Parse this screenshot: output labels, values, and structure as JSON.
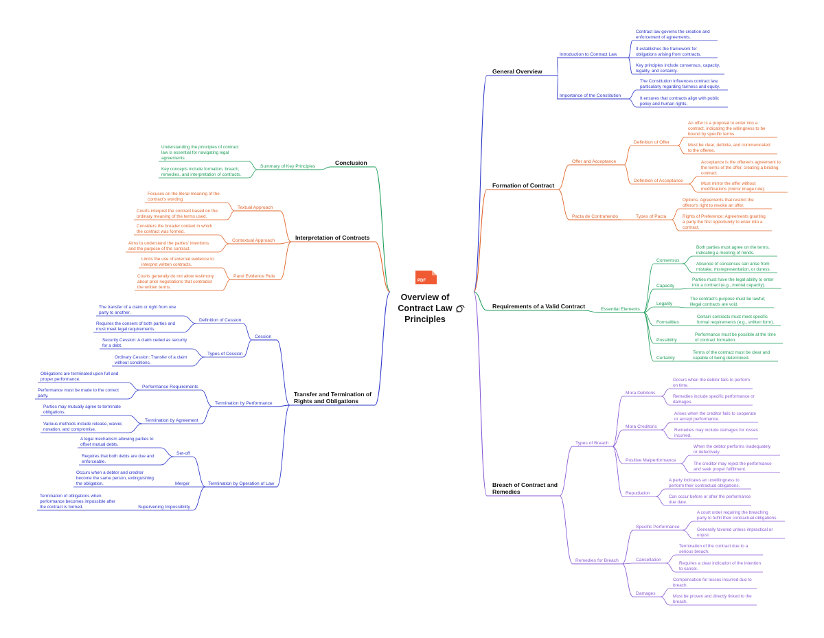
{
  "title_lines": [
    "Overview of",
    "Contract Law",
    "Principles"
  ],
  "pdf_badge": "PDF",
  "colors": {
    "general": "#2b35c9",
    "formation": "#e2652a",
    "requirements": "#1f9e5a",
    "breach": "#8a5ad6",
    "conclusion": "#1f9e5a",
    "interpretation": "#e2652a",
    "transfer": "#2b35c9",
    "pdf": "#ef5a33"
  },
  "branches": {
    "general": {
      "label": [
        "General Overview"
      ],
      "children": [
        {
          "label": [
            "Introduction to Contract Law"
          ],
          "leaves": [
            [
              "Contract law governs the creation and",
              "enforcement of agreements."
            ],
            [
              "It establishes the framework for",
              "obligations arising from contracts."
            ],
            [
              "Key principles include consensus, capacity,",
              "legality, and certainty."
            ]
          ]
        },
        {
          "label": [
            "Importance of the Constitution"
          ],
          "leaves": [
            [
              "The Constitution influences contract law,",
              "particularly regarding fairness and equity."
            ],
            [
              "It ensures that contracts align with public",
              "policy and human rights."
            ]
          ]
        }
      ]
    },
    "formation": {
      "label": [
        "Formation of Contract"
      ],
      "children": [
        {
          "label": [
            "Offer and Acceptance"
          ],
          "subs": [
            {
              "label": [
                "Definition of Offer"
              ],
              "leaves": [
                [
                  "An offer is a proposal to enter into a",
                  "contract, indicating the willingness to be",
                  "bound by specific terms."
                ],
                [
                  "Must be clear, definite, and communicated",
                  "to the offeree."
                ]
              ]
            },
            {
              "label": [
                "Definition of Acceptance"
              ],
              "leaves": [
                [
                  "Acceptance is the offeree's agreement to",
                  "the terms of the offer, creating a binding",
                  "contract."
                ],
                [
                  "Must mirror the offer without",
                  "modifications (mirror image rule)."
                ]
              ]
            }
          ]
        },
        {
          "label": [
            "Pacta de Contrahendo"
          ],
          "subs": [
            {
              "label": [
                "Types of Pacta"
              ],
              "leaves": [
                [
                  "Options: Agreements that restrict the",
                  "offeror's right to revoke an offer."
                ],
                [
                  "Rights of Preference: Agreements granting",
                  "a party the first opportunity to enter into a",
                  "contract."
                ]
              ]
            }
          ]
        }
      ]
    },
    "requirements": {
      "label": [
        "Requirements of a Valid Contract"
      ],
      "children": [
        {
          "label": [
            "Essential Elements"
          ],
          "subs": [
            {
              "label": [
                "Consensus"
              ],
              "leaves": [
                [
                  "Both parties must agree on the terms,",
                  "indicating a meeting of minds."
                ],
                [
                  "Absence of consensus can arise from",
                  "mistake, misrepresentation, or duress."
                ]
              ]
            },
            {
              "label": [
                "Capacity"
              ],
              "leaves": [
                [
                  "Parties must have the legal ability to enter",
                  "into a contract (e.g., mental capacity)."
                ]
              ]
            },
            {
              "label": [
                "Legality"
              ],
              "leaves": [
                [
                  "The contract's purpose must be lawful;",
                  "illegal contracts are void."
                ]
              ]
            },
            {
              "label": [
                "Formalities"
              ],
              "leaves": [
                [
                  "Certain contracts must meet specific",
                  "formal requirements (e.g., written form)."
                ]
              ]
            },
            {
              "label": [
                "Possibility"
              ],
              "leaves": [
                [
                  "Performance must be possible at the time",
                  "of contract formation."
                ]
              ]
            },
            {
              "label": [
                "Certainty"
              ],
              "leaves": [
                [
                  "Terms of the contract must be clear and",
                  "capable of being determined."
                ]
              ]
            }
          ]
        }
      ]
    },
    "breach": {
      "label": [
        "Breach of Contract and",
        "Remedies"
      ],
      "children": [
        {
          "label": [
            "Types of Breach"
          ],
          "subs": [
            {
              "label": [
                "Mora Debitoris"
              ],
              "leaves": [
                [
                  "Occurs when the debtor fails to perform",
                  "on time."
                ],
                [
                  "Remedies include specific performance or",
                  "damages."
                ]
              ]
            },
            {
              "label": [
                "Mora Creditoris"
              ],
              "leaves": [
                [
                  "Arises when the creditor fails to cooperate",
                  "or accept performance."
                ],
                [
                  "Remedies may include damages for losses",
                  "incurred."
                ]
              ]
            },
            {
              "label": [
                "Positive Malperformance"
              ],
              "leaves": [
                [
                  "When the debtor performs inadequately",
                  "or defectively."
                ],
                [
                  "The creditor may reject the performance",
                  "and seek proper fulfillment."
                ]
              ]
            },
            {
              "label": [
                "Repudiation"
              ],
              "leaves": [
                [
                  "A party indicates an unwillingness to",
                  "perform their contractual obligations."
                ],
                [
                  "Can occur before or after the performance",
                  "due date."
                ]
              ]
            }
          ]
        },
        {
          "label": [
            "Remedies for Breach"
          ],
          "subs": [
            {
              "label": [
                "Specific Performance"
              ],
              "leaves": [
                [
                  "A court order requiring the breaching",
                  "party to fulfill their contractual obligations."
                ],
                [
                  "Generally favored unless impractical or",
                  "unjust."
                ]
              ]
            },
            {
              "label": [
                "Cancellation"
              ],
              "leaves": [
                [
                  "Termination of the contract due to a",
                  "serious breach."
                ],
                [
                  "Requires a clear indication of the intention",
                  "to cancel."
                ]
              ]
            },
            {
              "label": [
                "Damages"
              ],
              "leaves": [
                [
                  "Compensation for losses incurred due to",
                  "breach."
                ],
                [
                  "Must be proven and directly linked to the",
                  "breach."
                ]
              ]
            }
          ]
        }
      ]
    },
    "conclusion": {
      "label": [
        "Conclusion"
      ],
      "children": [
        {
          "label": [
            "Summary of Key Principles"
          ],
          "leaves": [
            [
              "Understanding the principles of contract",
              "law is essential for navigating legal",
              "agreements."
            ],
            [
              "Key concepts include formation, breach,",
              "remedies, and interpretation of contracts."
            ]
          ]
        }
      ]
    },
    "interpretation": {
      "label": [
        "Interpretation of Contracts"
      ],
      "children": [
        {
          "label": [
            "Textual Approach"
          ],
          "leaves": [
            [
              "Focuses on the literal meaning of the",
              "contract's wording"
            ],
            [
              "Courts interpret the contract based on the",
              "ordinary meaning of the terms used."
            ]
          ]
        },
        {
          "label": [
            "Contextual Approach"
          ],
          "leaves": [
            [
              "Considers the broader context in which",
              "the contract was formed."
            ],
            [
              "Aims to understand the parties' intentions",
              "and the purpose of the contract."
            ]
          ]
        },
        {
          "label": [
            "Parol Evidence Rule"
          ],
          "leaves": [
            [
              "Limits the use of external evidence to",
              "interpret written contracts."
            ],
            [
              "Courts generally do not allow testimony",
              "about prior negotiations that contradict",
              "the written terms."
            ]
          ]
        }
      ]
    },
    "transfer": {
      "label": [
        "Transfer and Termination of",
        "Rights and Obligations"
      ],
      "children": [
        {
          "label": [
            "Cession"
          ],
          "subs": [
            {
              "label": [
                "Definition of Cession"
              ],
              "leaves": [
                [
                  "The transfer of a claim or right from one",
                  "party to another."
                ],
                [
                  "Requires the consent of both parties and",
                  "must meet legal requirements."
                ]
              ]
            },
            {
              "label": [
                "Types of Cession"
              ],
              "leaves": [
                [
                  "Security Cession: A claim ceded as security",
                  "for a debt."
                ],
                [
                  "Ordinary Cession: Transfer of a claim",
                  "without conditions."
                ]
              ]
            }
          ]
        },
        {
          "label": [
            "Termination by Performance"
          ],
          "subs": [
            {
              "label": [
                "Performance Requirements"
              ],
              "leaves": [
                [
                  "Obligations are terminated upon full and",
                  "proper performance."
                ],
                [
                  "Performance must be made to the correct",
                  "party."
                ]
              ]
            },
            {
              "label": [
                "Termination by Agreement"
              ],
              "leaves": [
                [
                  "Parties may mutually agree to terminate",
                  "obligations."
                ],
                [
                  "Various methods include release, waiver,",
                  "novation, and compromise."
                ]
              ]
            }
          ]
        },
        {
          "label": [
            "Termination by Operation of Law"
          ],
          "subs": [
            {
              "label": [
                "Set-off"
              ],
              "leaves": [
                [
                  "A legal mechanism allowing parties to",
                  "offset mutual debts."
                ],
                [
                  "Requires that both debts are due and",
                  "enforceable."
                ]
              ]
            },
            {
              "label": [
                "Merger"
              ],
              "leaves": [
                [
                  "Occurs when a debtor and creditor",
                  "become the same person, extinguishing",
                  "the obligation."
                ]
              ]
            },
            {
              "label": [
                "Supervening Impossibility"
              ],
              "leaves": [
                [
                  "Termination of obligations when",
                  "performance becomes impossible after",
                  "the contract is formed."
                ]
              ]
            }
          ]
        }
      ]
    }
  }
}
